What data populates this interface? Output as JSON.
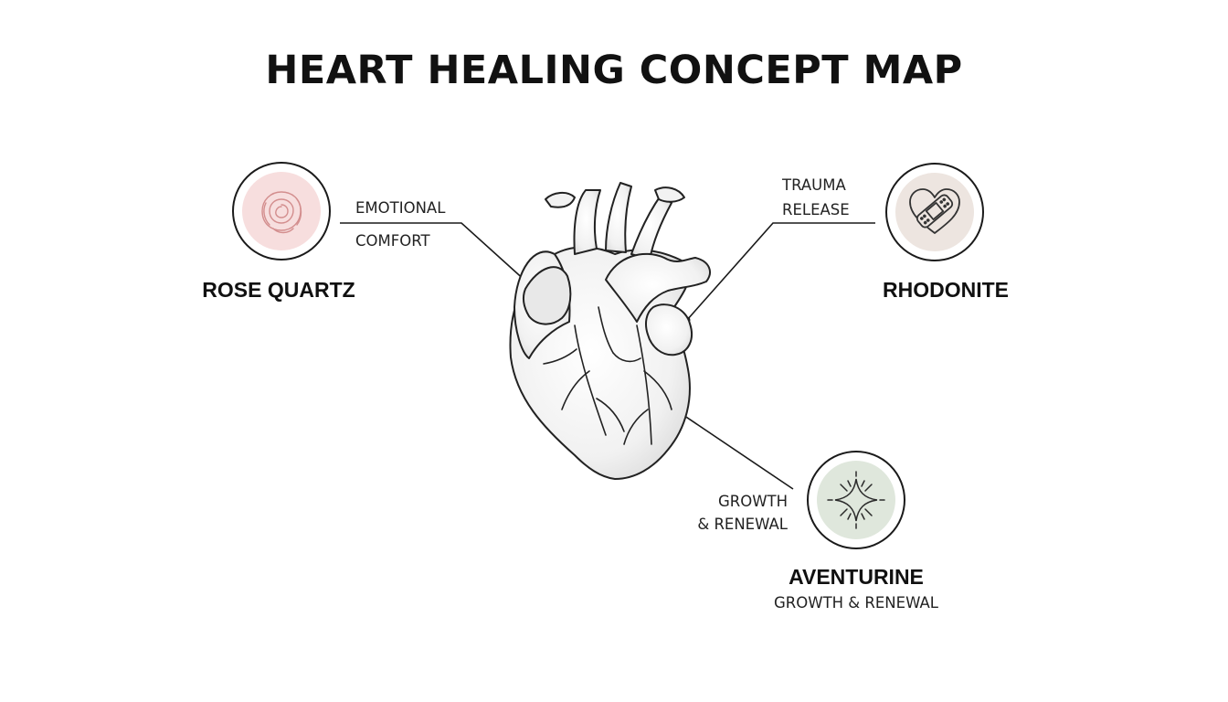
{
  "title": "HEART HEALING CONCEPT MAP",
  "nodes": {
    "rose_quartz": {
      "name": "ROSE QUARTZ",
      "connector_label": [
        "EMOTIONAL",
        "COMFORT"
      ],
      "icon": "rose-icon",
      "tint": "#f6dcdc"
    },
    "rhodonite": {
      "name": "RHODONITE",
      "connector_label": [
        "TRAUMA",
        "RELEASE"
      ],
      "icon": "bandaged-heart-icon",
      "tint": "#ece4df"
    },
    "aventurine": {
      "name": "AVENTURINE",
      "subtitle": "GROWTH & RENEWAL",
      "connector_label": [
        "GROWTH",
        "& RENEWAL"
      ],
      "icon": "sparkle-star-icon",
      "tint": "#dfe6dc"
    }
  },
  "center": {
    "icon": "anatomical-heart-icon"
  }
}
